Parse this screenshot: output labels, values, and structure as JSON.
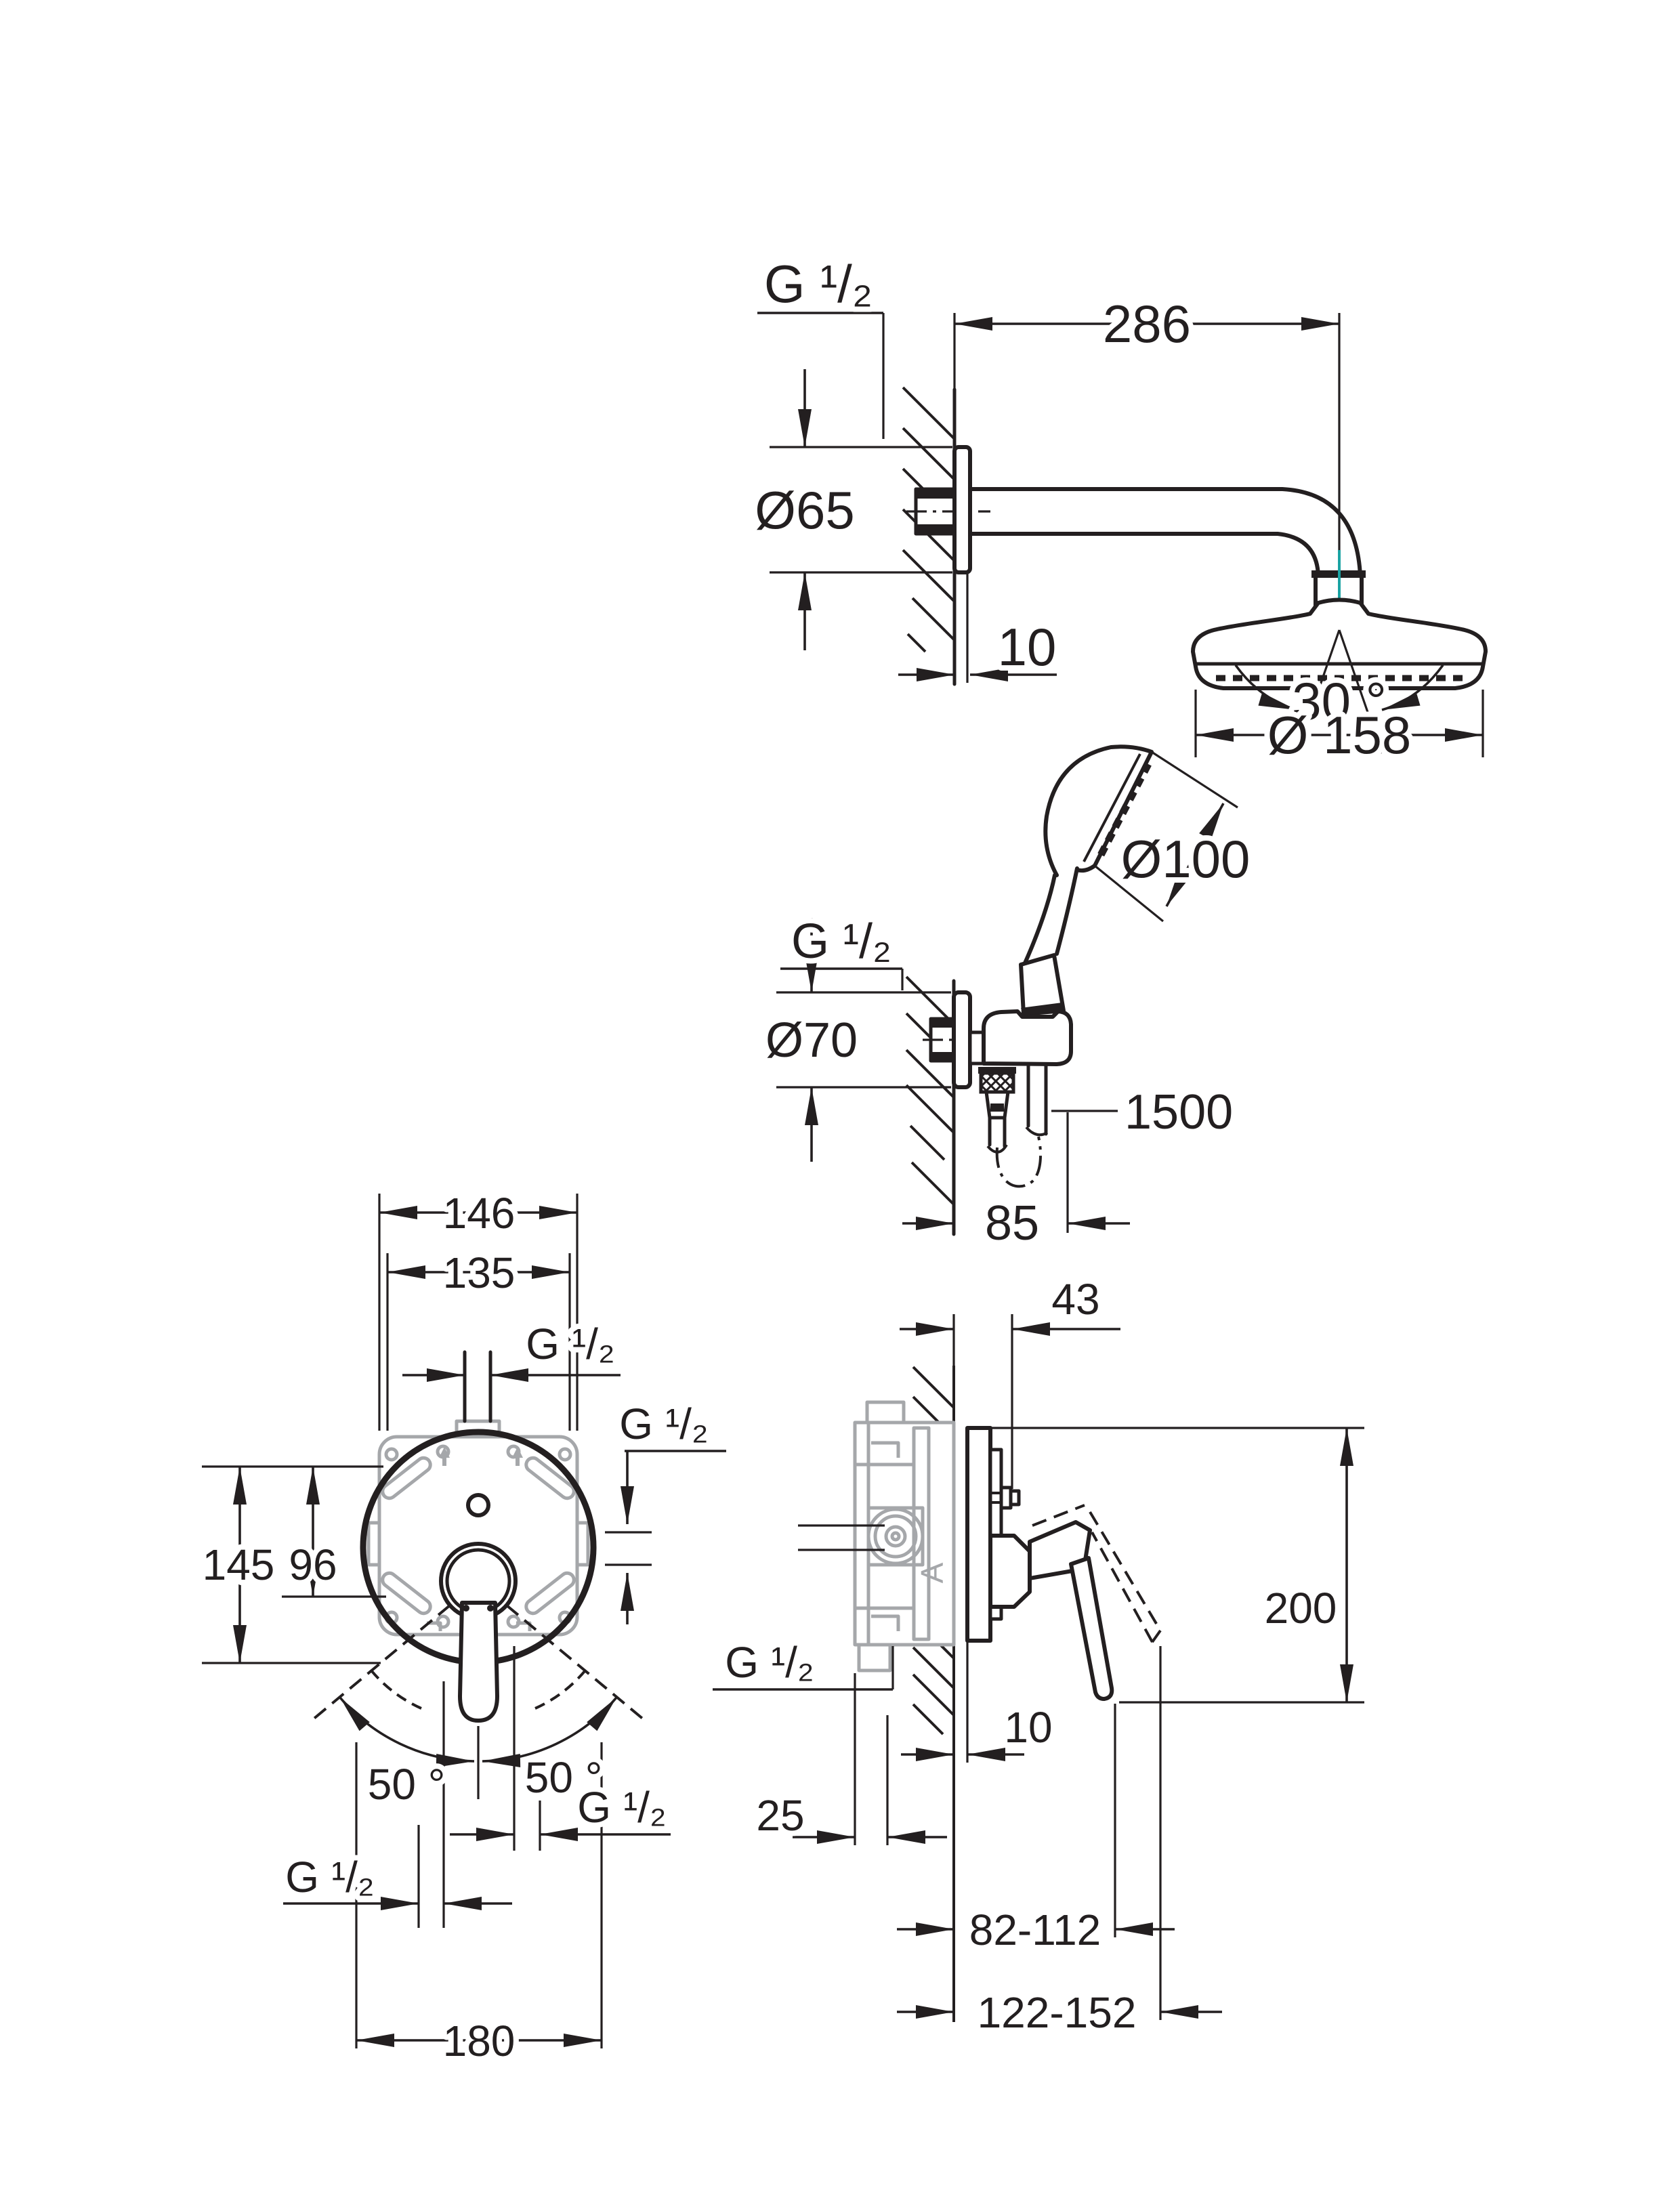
{
  "page": {
    "background": "#ffffff"
  },
  "colors": {
    "line": "#231f20",
    "gray": "#a5a7aa",
    "teal": "#1ba3a3",
    "background": "#ffffff"
  },
  "views": {
    "head_shower": {
      "thread_label": "G ¹/₂",
      "arm_projection": "286",
      "flange_diameter": "Ø65",
      "flange_offset": "10",
      "swivel_angle": "30 °",
      "spray_diameter": "Ø 158"
    },
    "hand_shower": {
      "thread_label": "G ¹/₂",
      "spray_diameter": "Ø100",
      "flange_diameter": "Ø70",
      "hose_length": "1500",
      "holder_projection": "85"
    },
    "mixer_front": {
      "box_width": "146",
      "plate_width": "135",
      "thread_top": "G ¹/₂",
      "thread_side": "G ¹/₂",
      "box_height": "145",
      "port_spacing": "96",
      "swing_left": "50 °",
      "swing_right": "50 °",
      "thread_outlet_right": "G ¹/₂",
      "thread_outlet_left": "G ¹/₂",
      "overall_width": "180"
    },
    "mixer_side": {
      "handle_depth": "43",
      "overall_height": "200",
      "thread_label": "G ¹/₂",
      "plate_thickness": "10",
      "box_offset": "25",
      "install_depth_min": "82-112",
      "install_depth_max": "122-152",
      "box_marking": "A"
    }
  }
}
